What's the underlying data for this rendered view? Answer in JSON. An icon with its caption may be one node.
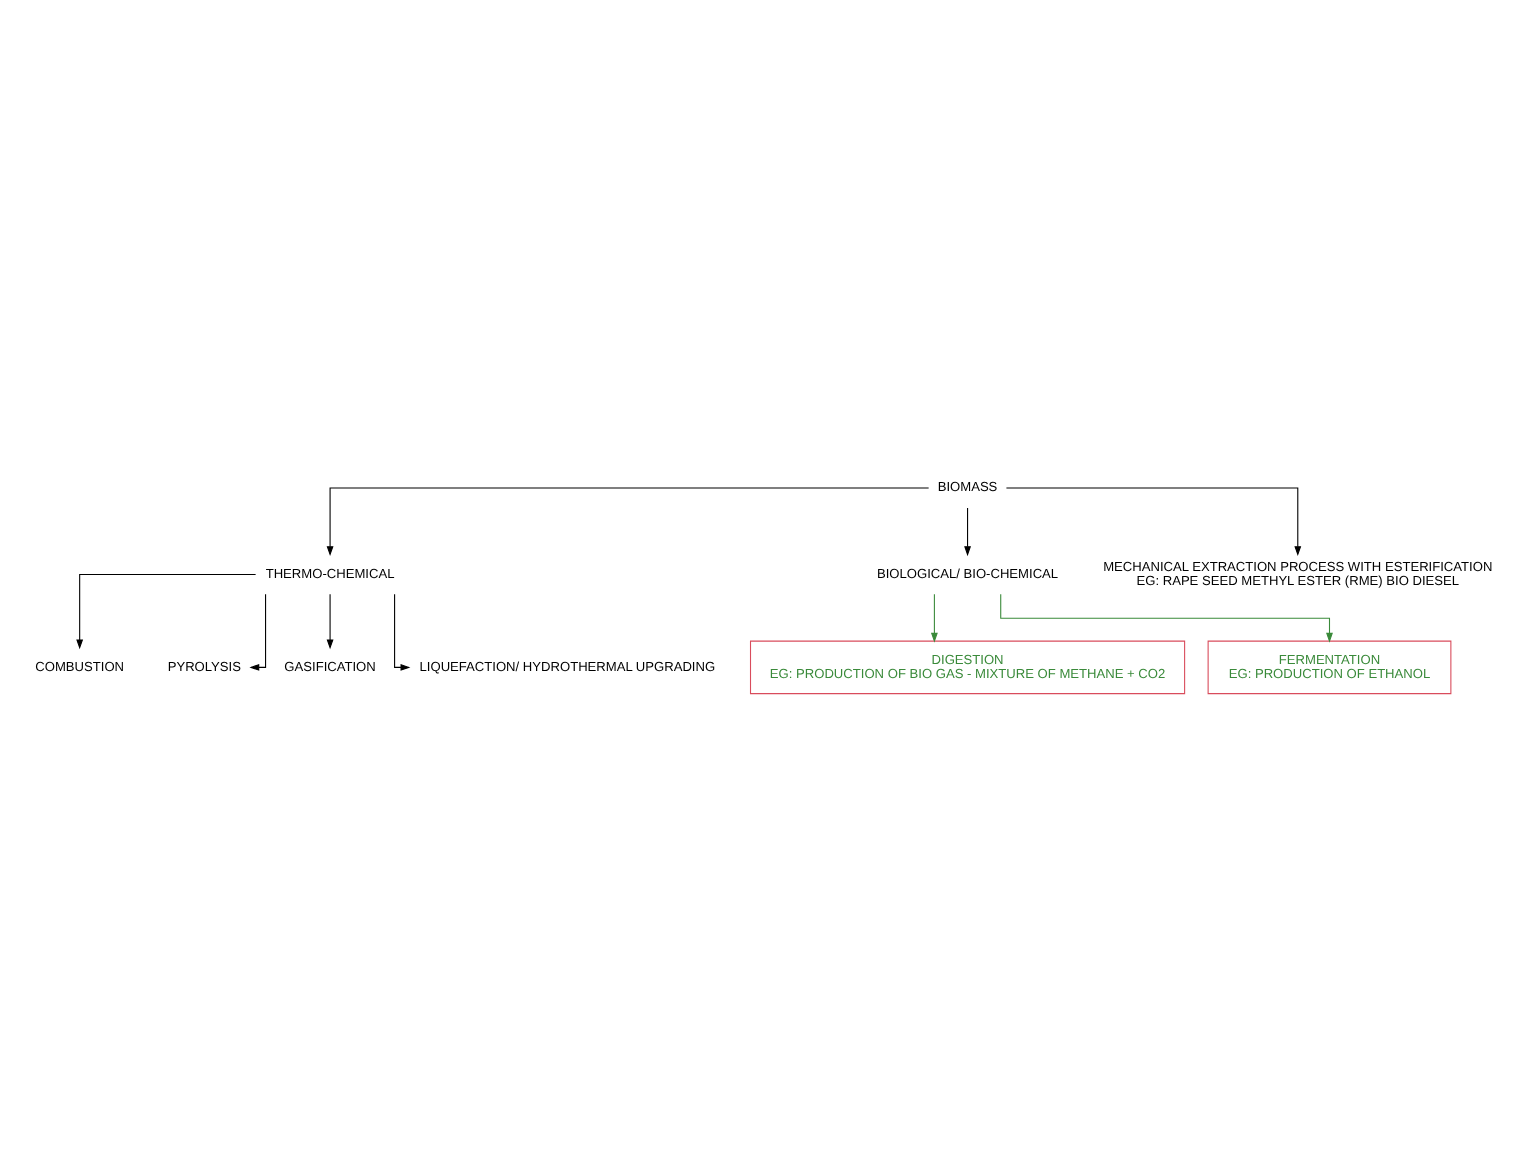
{
  "diagram": {
    "nodes": [
      {
        "text": [
          "BIOMASS"
        ]
      },
      {
        "text": [
          "THERMO-CHEMICAL"
        ]
      },
      {
        "text": [
          "BIOLOGICAL/ BIO-CHEMICAL"
        ]
      },
      {
        "text": [
          "MECHANICAL EXTRACTION PROCESS WITH ESTERIFICATION",
          "EG: RAPE SEED METHYL ESTER (RME) BIO DIESEL"
        ]
      },
      {
        "text": [
          "COMBUSTION"
        ]
      },
      {
        "text": [
          "PYROLYSIS"
        ]
      },
      {
        "text": [
          "GASIFICATION"
        ]
      },
      {
        "text": [
          "LIQUEFACTION/ HYDROTHERMAL UPGRADING"
        ]
      },
      {
        "text": [
          "DIGESTION",
          "EG: PRODUCTION OF BIO GAS - MIXTURE OF METHANE + CO2"
        ]
      },
      {
        "text": [
          "FERMENTATION",
          "EG: PRODUCTION OF ETHANOL"
        ]
      }
    ],
    "edges": [
      {
        "from": 0,
        "to": 1,
        "arrow": "to"
      },
      {
        "from": 0,
        "to": 2,
        "arrow": "to"
      },
      {
        "from": 0,
        "to": 3,
        "arrow": "to"
      },
      {
        "from": 1,
        "to": 4,
        "arrow": "to"
      },
      {
        "from": 1,
        "to": 5,
        "arrow": "to"
      },
      {
        "from": 1,
        "to": 6,
        "arrow": "to"
      },
      {
        "from": 1,
        "to": 7,
        "arrow": "to"
      },
      {
        "from": 2,
        "to": 8,
        "arrow": "to",
        "color": "#3a8a3a"
      },
      {
        "from": 2,
        "to": 9,
        "arrow": "to",
        "color": "#3a8a3a"
      }
    ]
  }
}
